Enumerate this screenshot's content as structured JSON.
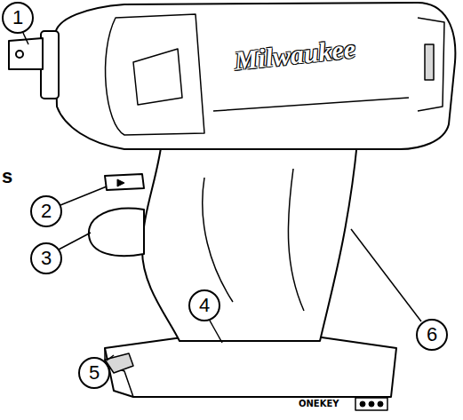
{
  "diagram": {
    "nodes": [
      {
        "text": [
          "1"
        ]
      },
      {
        "text": [
          "2"
        ]
      },
      {
        "text": [
          "3"
        ]
      },
      {
        "text": [
          "4"
        ]
      },
      {
        "text": [
          "5"
        ]
      },
      {
        "text": [
          "6"
        ]
      }
    ],
    "labels": [
      "s",
      "Milwaukee",
      "ONEKEY"
    ]
  }
}
